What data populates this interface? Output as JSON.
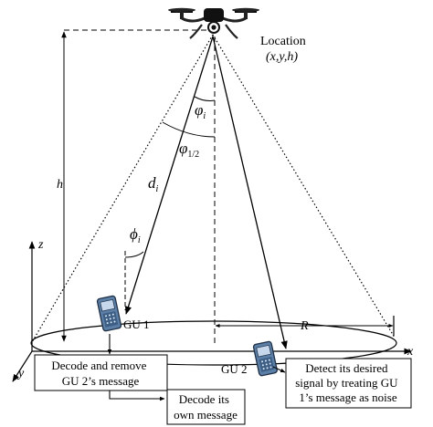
{
  "labels": {
    "location_title": "Location",
    "location_coords": "(x,y,h)",
    "h": "h",
    "z": "z",
    "x": "x",
    "y": "y",
    "phi_lower": "ϕ",
    "phi_lower_sub": "i",
    "varphi_i": "φ",
    "varphi_i_sub": "i",
    "varphi_half": "φ",
    "varphi_half_sub": "1/2",
    "d_i": "d",
    "d_i_sub": "i",
    "R": "R",
    "gu1": "GU 1",
    "gu2": "GU 2"
  },
  "boxes": {
    "decode_remove": [
      "Decode and remove",
      "GU 2’s message"
    ],
    "decode_own": [
      "Decode its",
      "own message"
    ],
    "detect": [
      "Detect its desired",
      "signal by treating GU",
      "1’s message as noise"
    ]
  },
  "icons": [
    "drone-icon",
    "phone-icon",
    "phone-icon"
  ]
}
